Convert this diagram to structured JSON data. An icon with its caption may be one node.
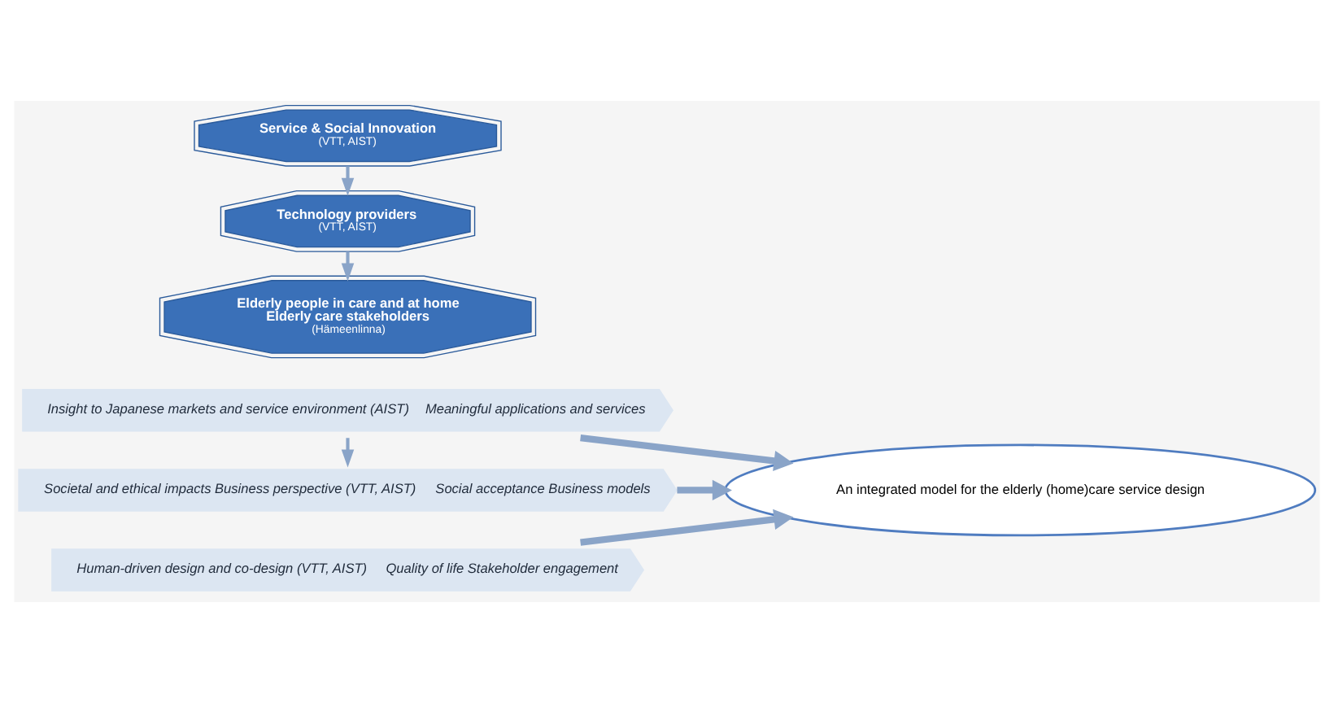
{
  "diagram": {
    "nodes": [
      {
        "text": [
          "Insight to Japanese markets and service environment (AIST)",
          "Meaningful applications and services"
        ]
      },
      {
        "text": [
          "Societal and ethical impacts Business perspective (VTT, AIST)",
          "Social acceptance Business models"
        ]
      },
      {
        "text": [
          "Human-driven design and co-design (VTT, AIST)",
          "Quality of life Stakeholder engagement"
        ]
      },
      {
        "text": [
          "Technology providers",
          "(VTT, AIST)"
        ]
      },
      {
        "text": [
          "Service & Social Innovation",
          "(VTT, AIST)"
        ]
      },
      {
        "text": [
          "Elderly people in care and at home",
          "Elderly care stakeholders",
          "(Hämeenlinna)"
        ]
      },
      {
        "text": [
          "An integrated model for the elderly (home)care service design"
        ]
      }
    ],
    "edges": [
      {
        "from": 0,
        "to": 6,
        "arrow": "to",
        "style": "thick"
      },
      {
        "from": 1,
        "to": 6,
        "arrow": "to",
        "style": "thick"
      },
      {
        "from": 2,
        "to": 6,
        "arrow": "to",
        "style": "thick"
      },
      {
        "from": 4,
        "to": 3,
        "arrow": "to"
      },
      {
        "from": 0,
        "to": 1,
        "arrow": "to"
      },
      {
        "from": 3,
        "to": 5,
        "arrow": "to"
      }
    ]
  }
}
